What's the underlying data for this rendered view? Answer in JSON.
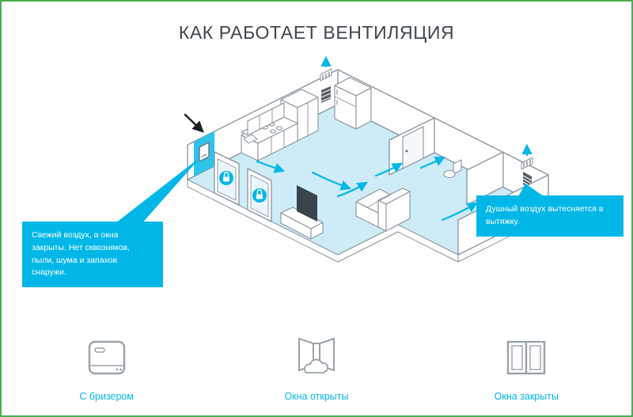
{
  "title": "КАК РАБОТАЕТ ВЕНТИЛЯЦИЯ",
  "callouts": {
    "fresh_air": "Свежий воздух, а окна закрыты. Нет сквозняков, пыли, шума и запахов снаружи.",
    "exhaust": "Душный воздух вытесняется в вытяжку."
  },
  "legend": {
    "items": [
      {
        "id": "with-breather",
        "label": "С бризером",
        "icon": "breather-device-icon"
      },
      {
        "id": "windows-open",
        "label": "Окна открыты",
        "icon": "windows-open-icon"
      },
      {
        "id": "windows-closed",
        "label": "Окна закрыты",
        "icon": "windows-closed-icon"
      }
    ]
  },
  "colors": {
    "accent": "#00b7e8",
    "floor": "#cdecf8",
    "wall_outline": "#8a939b",
    "frame_border": "#4caf50",
    "title_text": "#3f464c"
  }
}
